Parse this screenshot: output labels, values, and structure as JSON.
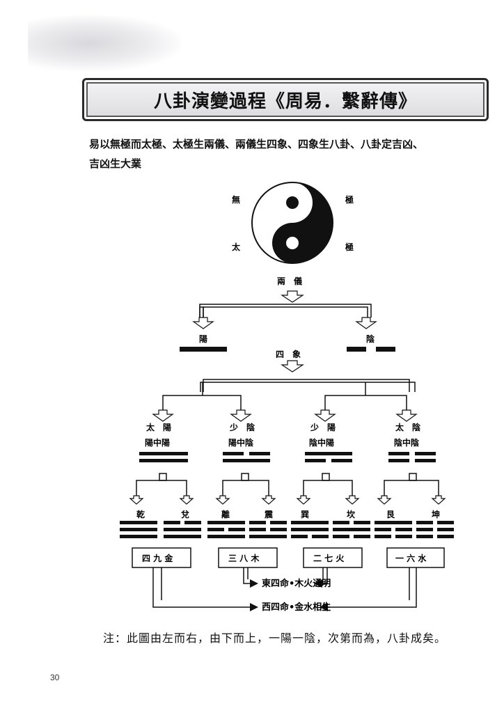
{
  "title": "八卦演變過程《周易．繫辭傳》",
  "intro": {
    "line1": "易以無極而太極、太極生兩儀、兩儀生四象、四象生八卦、八卦定吉凶、",
    "line2": "吉凶生大業"
  },
  "diagram": {
    "wuji_left": "無",
    "wuji_right": "極",
    "taiji_left": "太",
    "taiji_right": "極",
    "liangyi": "兩　儀",
    "yang": "陽",
    "yin": "陰",
    "sixiang": "四　象",
    "four_symbols": [
      {
        "top": "太　陽",
        "sub": "陽中陽"
      },
      {
        "top": "少　陰",
        "sub": "陽中陰"
      },
      {
        "top": "少　陽",
        "sub": "陰中陽"
      },
      {
        "top": "太　陰",
        "sub": "陰中陰"
      }
    ],
    "trigrams": [
      "乾",
      "兌",
      "離",
      "震",
      "巽",
      "坎",
      "艮",
      "坤"
    ],
    "numbers": [
      "四 九 金",
      "三 八 木",
      "二 七 火",
      "一 六 水"
    ],
    "east": "東四命•木火通明",
    "west": "西四命•金水相生"
  },
  "note": "注：此圖由左而右，由下而上，一陽一陰，次第而為，八卦成矣。",
  "page_number": "30",
  "trigram_lines_bottom_to_top": {
    "乾": [
      1,
      1,
      1
    ],
    "兌": [
      1,
      1,
      0
    ],
    "離": [
      1,
      0,
      1
    ],
    "震": [
      1,
      0,
      0
    ],
    "巽": [
      0,
      1,
      1
    ],
    "坎": [
      0,
      1,
      0
    ],
    "艮": [
      0,
      0,
      1
    ],
    "坤": [
      0,
      0,
      0
    ]
  }
}
